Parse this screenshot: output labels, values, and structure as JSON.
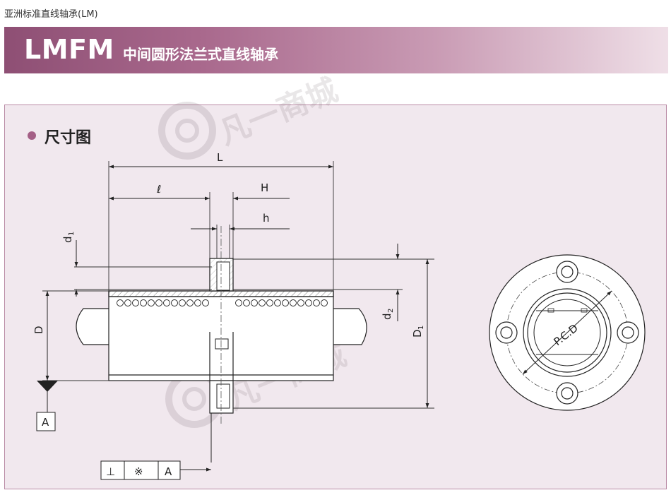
{
  "caption": "亚洲标准直线轴承(LM)",
  "banner": {
    "model": "LMFM",
    "subtitle": "中间圆形法兰式直线轴承"
  },
  "section": {
    "title": "尺寸图"
  },
  "dimensions": {
    "L": "L",
    "l": "ℓ",
    "H": "H",
    "h": "h",
    "d1": "d",
    "d1_sub": "1",
    "d2": "d",
    "d2_sub": "2",
    "D": "D",
    "D1": "D",
    "D1_sub": "1",
    "pcd": "P.C.D",
    "datum": "A"
  },
  "tolerance_frame": {
    "symbol": "⊥",
    "value": "※",
    "datum": "A"
  },
  "watermark": {
    "text": "凡一商城"
  },
  "colors": {
    "banner_start": "#8e4f74",
    "banner_end": "#efdfe7",
    "panel_bg": "#f1e8ee",
    "panel_border": "#b98aa4",
    "accent_dot": "#a45f86"
  }
}
